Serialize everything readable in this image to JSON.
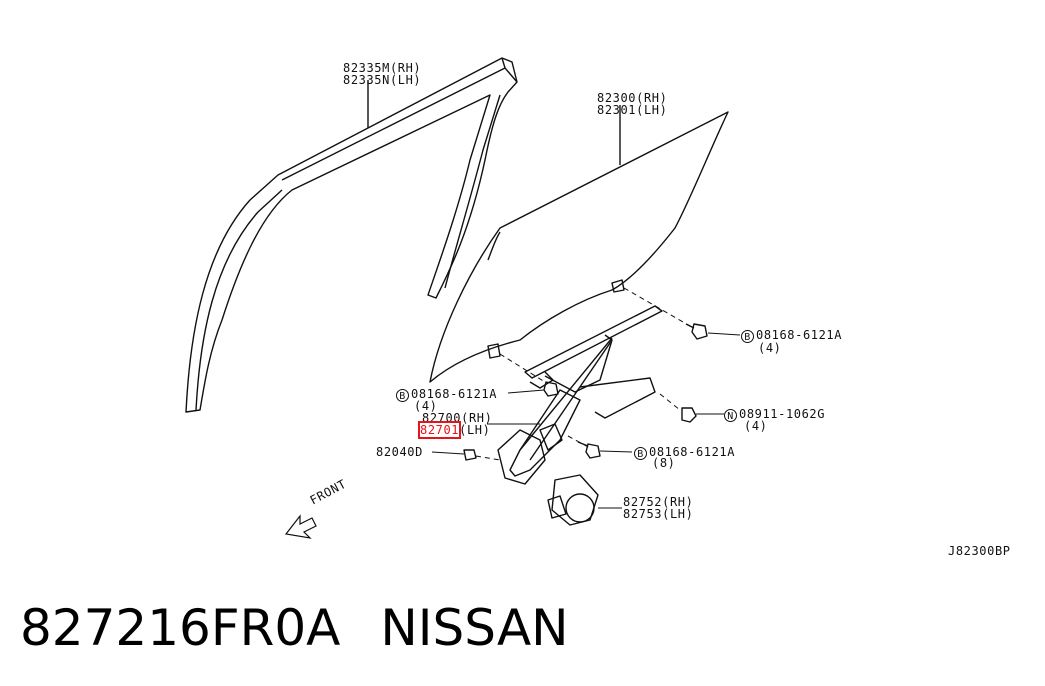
{
  "labels": {
    "moulding_rh": "82335M(RH)",
    "moulding_lh": "82335N(LH)",
    "glass_rh": "82300(RH)",
    "glass_lh": "82301(LH)",
    "bolt_top_code": "B",
    "bolt_top_part": "08168-6121A",
    "bolt_top_qty": "(4)",
    "bolt_left_code": "B",
    "bolt_left_part": "08168-6121A",
    "bolt_left_qty": "(4)",
    "regulator_rh": "82700(RH)",
    "regulator_lh_part": "82701",
    "regulator_lh_side": "(LH)",
    "nut_code": "N",
    "nut_part": "08911-1062G",
    "nut_qty": "(4)",
    "bolt_low_code": "B",
    "bolt_low_part": "08168-6121A",
    "bolt_low_qty": "(8)",
    "clip_part": "82040D",
    "motor_rh": "82752(RH)",
    "motor_lh": "82753(LH)",
    "front_label": "FRONT",
    "diagram_code": "J82300BP"
  },
  "caption": {
    "part_number": "827216FR0A",
    "brand": "NISSAN"
  },
  "highlight_color": "#e4141b"
}
